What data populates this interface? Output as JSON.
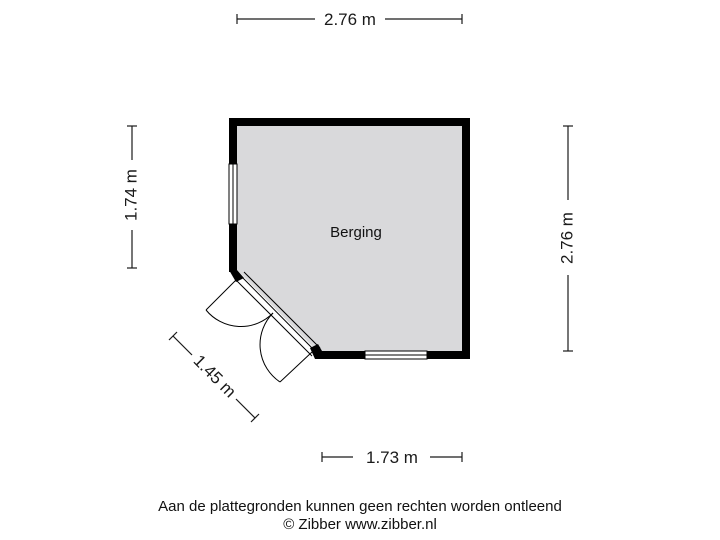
{
  "floorplan": {
    "room": {
      "name": "Berging"
    },
    "dimensions": {
      "top_width": "2.76 m",
      "left_height": "1.74 m",
      "right_height": "2.76 m",
      "diagonal": "1.45 m",
      "bottom_width": "1.73 m"
    },
    "colors": {
      "wall": "#000000",
      "floor": "#d9d9db",
      "line": "#1a1a1a"
    }
  },
  "footer": {
    "disclaimer": "Aan de plattegronden kunnen geen rechten worden ontleend",
    "copyright": "© Zibber www.zibber.nl"
  }
}
